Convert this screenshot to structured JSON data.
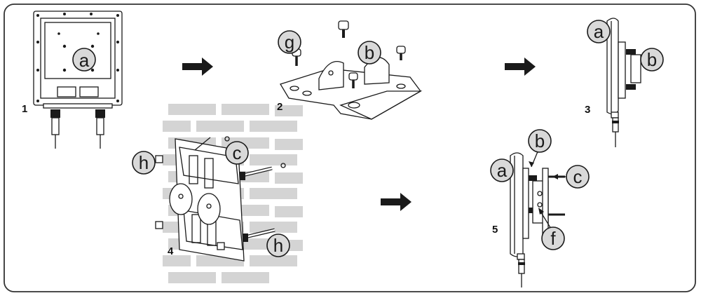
{
  "step_numbers": [
    "1",
    "2",
    "3",
    "4",
    "5"
  ],
  "callouts": {
    "s1_a": "a",
    "s2_g": "g",
    "s2_b": "b",
    "s3_a": "a",
    "s3_b": "b",
    "s4_c": "c",
    "s4_h_top": "h",
    "s4_h_bottom": "h",
    "s5_a": "a",
    "s5_b": "b",
    "s5_c": "c",
    "s5_f": "f"
  },
  "colors": {
    "frame_stroke": "#333333",
    "callout_fill": "#d9d9d9",
    "arrow": "#1a1a1a",
    "brick": "#d4d4d4"
  },
  "icons": [
    "arrow-right-icon"
  ]
}
